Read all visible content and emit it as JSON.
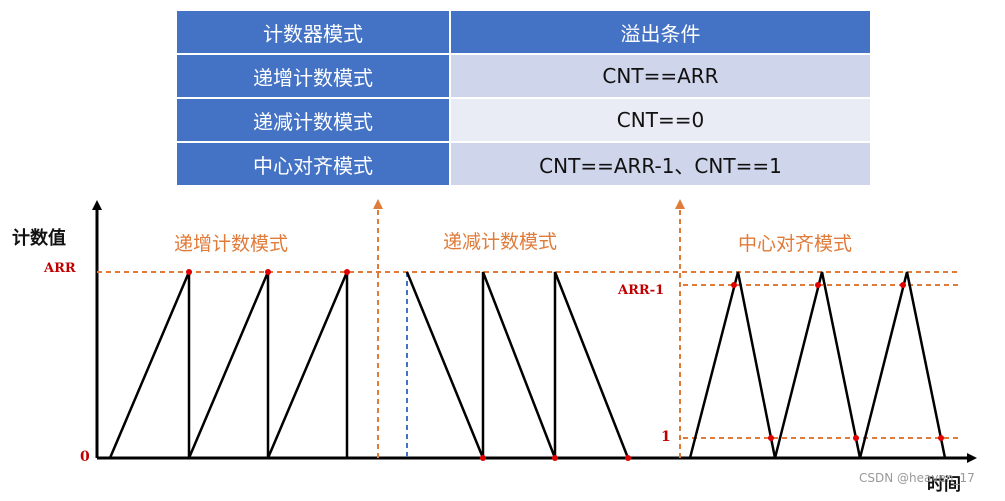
{
  "table": {
    "header": [
      "计数器模式",
      "溢出条件"
    ],
    "rows": [
      [
        "递增计数模式",
        "CNT==ARR"
      ],
      [
        "递减计数模式",
        "CNT==0"
      ],
      [
        "中心对齐模式",
        "CNT==ARR-1、CNT==1"
      ]
    ]
  },
  "diagram": {
    "y_axis_label": "计数值",
    "x_axis_label": "时间",
    "label_arr": "ARR",
    "label_zero": "0",
    "label_arr_minus_1": "ARR-1",
    "label_one": "1",
    "mode_up": "递增计数模式",
    "mode_down": "递减计数模式",
    "mode_center": "中心对齐模式",
    "colors": {
      "guide": "#e07b39",
      "period_marker": "#4472c4",
      "overflow_point": "#e00000",
      "waveform": "#000000"
    }
  },
  "watermark": "CSDN @heaven_17"
}
